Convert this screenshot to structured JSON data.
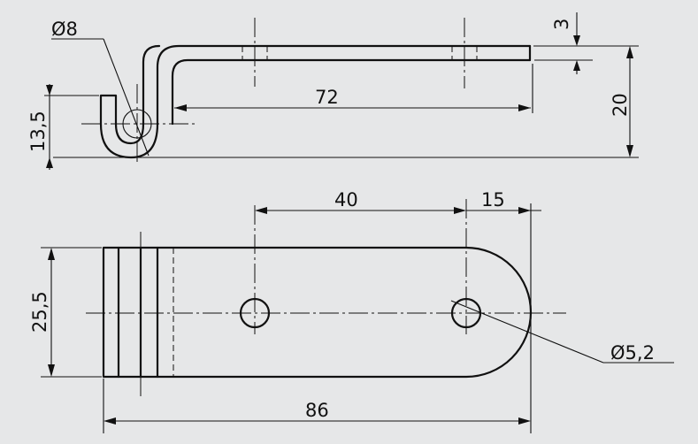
{
  "side_view": {
    "hook_diameter": "Ø8",
    "thickness": "3",
    "length": "72",
    "height": "20",
    "hook_height": "13,5"
  },
  "top_view": {
    "hole_spacing": "40",
    "end_offset": "15",
    "width": "25,5",
    "total_length": "86",
    "hole_diameter": "Ø5,2"
  }
}
